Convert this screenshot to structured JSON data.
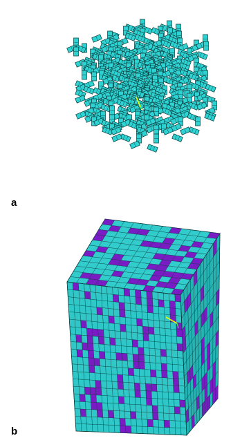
{
  "panels": [
    {
      "label": "a",
      "depicts": "lattice-struts"
    },
    {
      "label": "b",
      "depicts": "voxel-cube"
    }
  ],
  "colors": {
    "strut": "#2fd2d2",
    "strut_shade": "#1f9f9f",
    "mesh_line": "#0b3b3b",
    "cube_top": "#33cccc",
    "cube_front": "#2fc7c7",
    "cube_right": "#26b3b3",
    "voxel_purple": "#7a1cc4",
    "axis_yellow": "#e8ff00",
    "axis_green": "#3cff3c"
  }
}
